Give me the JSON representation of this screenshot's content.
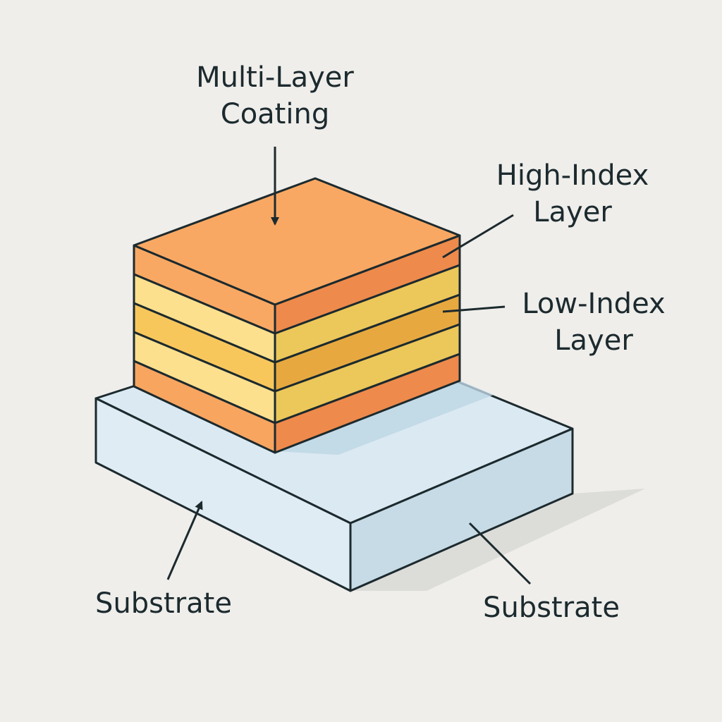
{
  "labels": {
    "coating": {
      "line1": "Multi-Layer",
      "line2": "Coating"
    },
    "high_index": {
      "line1": "High-Index",
      "line2": "Layer"
    },
    "low_index": {
      "line1": "Low-Index",
      "line2": "Layer"
    },
    "substrate_left": "Substrate",
    "substrate_right": "Substrate"
  },
  "colors": {
    "background": "#efeeeb",
    "outline": "#1c2a2e",
    "high_index_top": "#f9a863",
    "high_index_side": "#ee8a4b",
    "low_index_front": "#fde08e",
    "low_index_side": "#ecc75a",
    "substrate_top": "#dbe9f2",
    "substrate_side": "#c7dbe6"
  }
}
